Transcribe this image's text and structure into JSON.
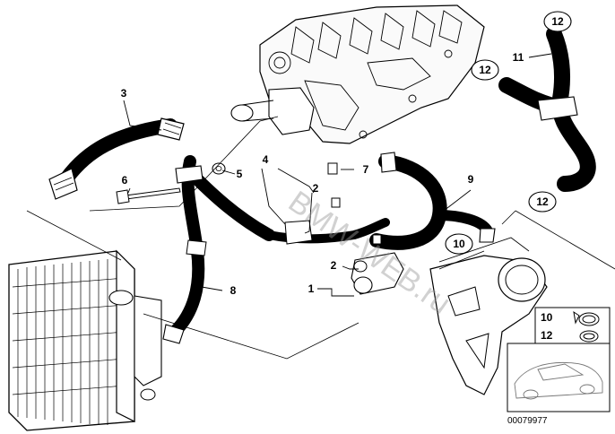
{
  "diagram": {
    "watermark": "BMW-WEB.ru",
    "image_code": "00079977",
    "parts": [
      {
        "number": "1"
      },
      {
        "number": "2"
      },
      {
        "number": "3"
      },
      {
        "number": "4"
      },
      {
        "number": "5"
      },
      {
        "number": "6"
      },
      {
        "number": "7"
      },
      {
        "number": "8"
      },
      {
        "number": "9"
      },
      {
        "number": "10"
      },
      {
        "number": "11"
      },
      {
        "number": "12"
      }
    ],
    "callouts": {
      "c12_top": "12",
      "c12_left": "12",
      "c12_bottom": "12",
      "c10_mid": "10"
    },
    "labels": {
      "l3": "3",
      "l4": "4",
      "l5": "5",
      "l6": "6",
      "l7": "7",
      "l2a": "2",
      "l9": "9",
      "l11": "11",
      "l8": "8",
      "l2b": "2",
      "l1": "1"
    },
    "legend": {
      "row1": "10",
      "row2": "12"
    }
  }
}
